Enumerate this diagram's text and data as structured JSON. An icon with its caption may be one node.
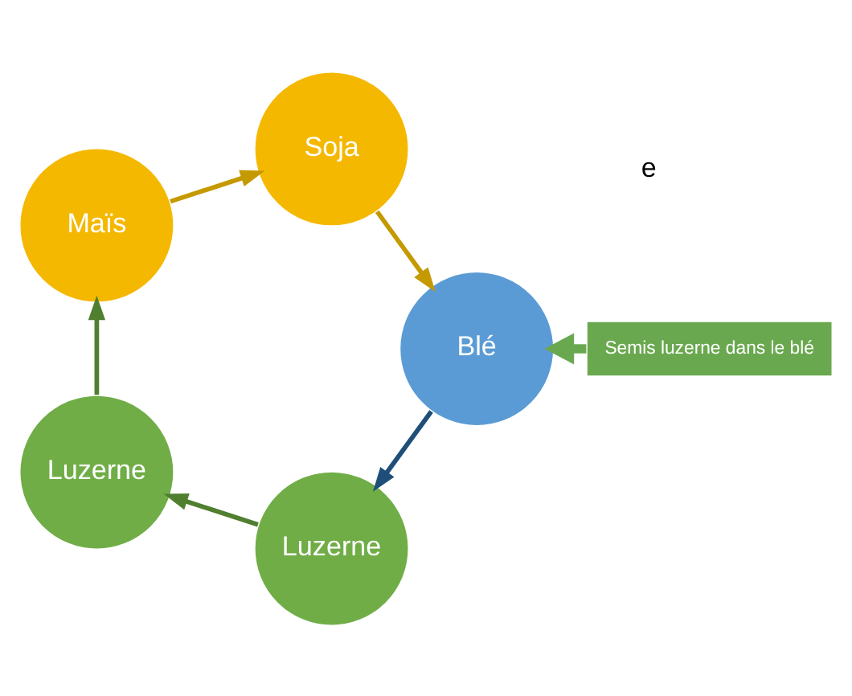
{
  "diagram": {
    "nodes": [
      {
        "text": [
          "Maïs"
        ]
      },
      {
        "text": [
          "Soja"
        ]
      },
      {
        "text": [
          "Blé"
        ]
      },
      {
        "text": [
          "Luzerne"
        ]
      },
      {
        "text": [
          "Luzerne"
        ]
      },
      {
        "text": [
          "Semis luzerne dans le blé"
        ]
      }
    ],
    "edges": [
      {
        "from": 0,
        "to": 1,
        "arrow": "to",
        "color": "#c49a00"
      },
      {
        "from": 1,
        "to": 2,
        "arrow": "to",
        "color": "#c49a00"
      },
      {
        "from": 2,
        "to": 3,
        "arrow": "to",
        "color": "#1f4e79"
      },
      {
        "from": 3,
        "to": 4,
        "arrow": "to",
        "color": "#4f7f2f"
      },
      {
        "from": 4,
        "to": 0,
        "arrow": "to",
        "color": "#4f7f2f"
      },
      {
        "from": 5,
        "to": 2,
        "arrow": "to",
        "color": "#6aa84f",
        "style": "thick"
      }
    ],
    "labels": [
      "e"
    ]
  }
}
